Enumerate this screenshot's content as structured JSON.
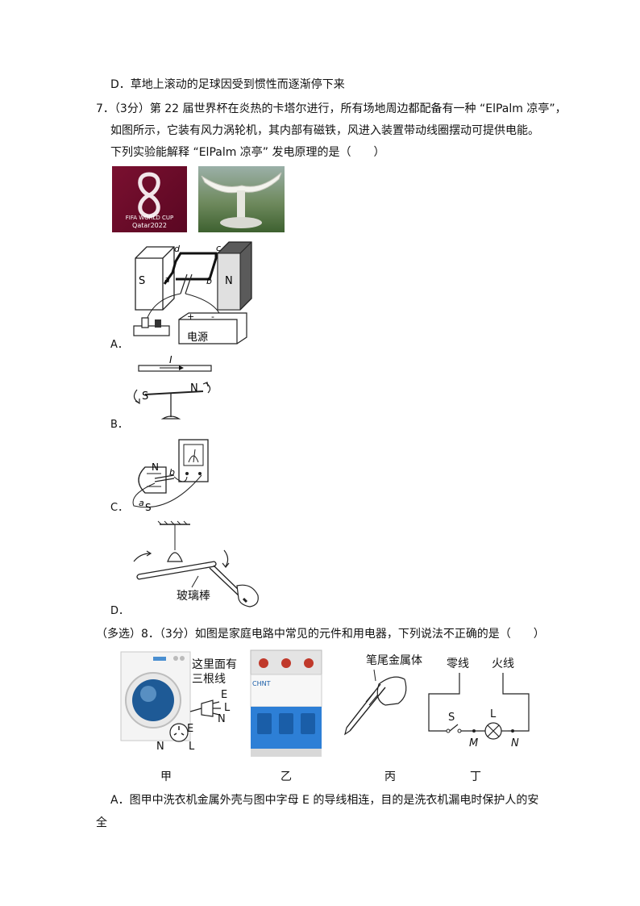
{
  "q6": {
    "option_d": "D．草地上滚动的足球因受到惯性而逐渐停下来"
  },
  "q7": {
    "line1": "7．（3分）第 22 届世界杯在炎热的卡塔尔进行，所有场地周边都配备有一种 “ElPalm 凉亭”，",
    "line2": "如图所示，它装有风力涡轮机，其内部有磁铁，风进入装置带动线圈摆动可提供电能。",
    "line3": "下列实验能解释 “ElPalm 凉亭” 发电原理的是（　　）",
    "logo_line1": "FIFA WORLD CUP",
    "logo_line2": "Qatar2022",
    "fig_a": {
      "s": "S",
      "n": "N",
      "a": "a",
      "b": "b",
      "c": "c",
      "d": "d",
      "plus": "+",
      "minus": "-",
      "power": "电源"
    },
    "fig_b": {
      "current": "I",
      "s": "S",
      "n": "N"
    },
    "fig_c": {
      "n": "N",
      "s": "S",
      "a": "a",
      "b": "b"
    },
    "fig_d": {
      "rod": "玻璃棒"
    },
    "label_a": "A．",
    "label_b": "B．",
    "label_c": "C．",
    "label_d": "D．"
  },
  "q8": {
    "line1": "（多选）8．（3分）如图是家庭电路中常见的元件和用电器，下列说法不正确的是（　　）",
    "fig_jia": {
      "note1": "这里面有",
      "note2": "三根线",
      "e": "E",
      "l": "L",
      "n": "N"
    },
    "fig_yi": {
      "brand": "CHNT"
    },
    "fig_bing": {
      "note": "笔尾金属体"
    },
    "fig_ding": {
      "neutral": "零线",
      "live": "火线",
      "s": "S",
      "l": "L",
      "m": "M",
      "n": "N"
    },
    "cap_jia": "甲",
    "cap_yi": "乙",
    "cap_bing": "丙",
    "cap_ding": "丁",
    "option_a1": "A．图甲中洗衣机金属外壳与图中字母 E 的导线相连，目的是洗衣机漏电时保护人的安",
    "option_a2": "全"
  }
}
